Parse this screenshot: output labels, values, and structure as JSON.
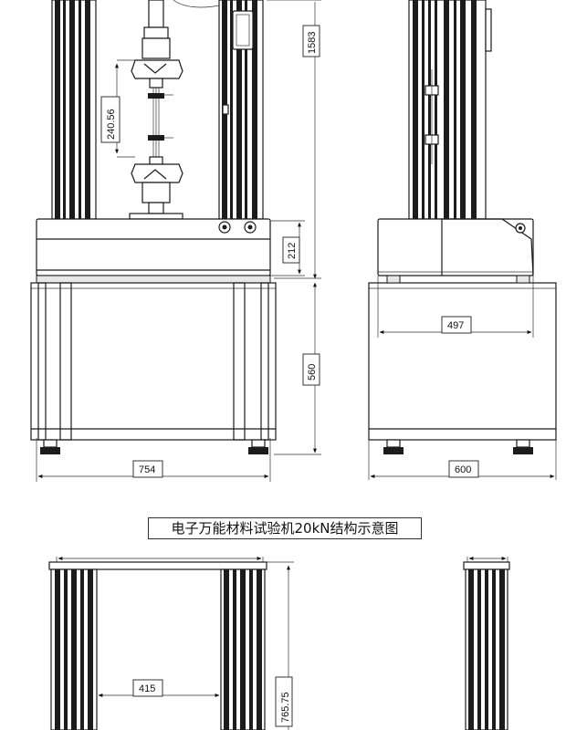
{
  "caption": "电子万能材料试验机20kN结构示意图",
  "dimensions": {
    "total_height": "1583",
    "clamp_gap": "240.56",
    "upper_base_height": "212",
    "cabinet_height": "560",
    "front_width": "754",
    "side_depth": "497",
    "side_base_width": "600",
    "inner_width": "415",
    "frame_height": "765.75"
  }
}
